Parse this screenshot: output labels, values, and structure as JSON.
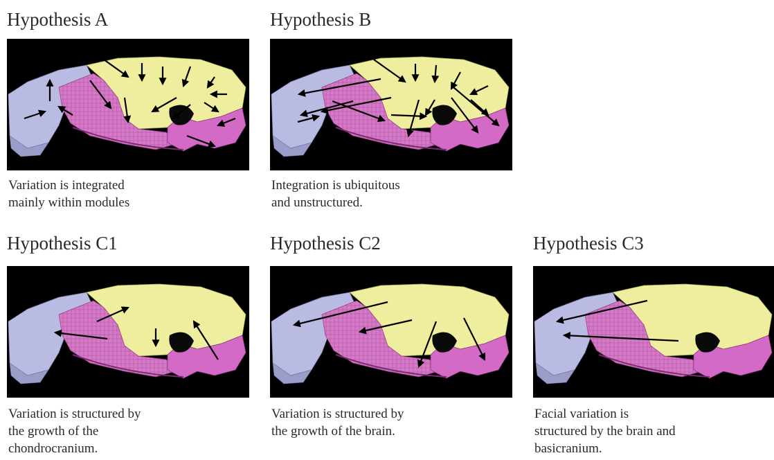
{
  "colors": {
    "background": "#000000",
    "face": "#b9bbe2",
    "chondrocranium": "#d778c8",
    "neurocranium": "#eeee9e",
    "basicranium": "#d26ac6",
    "arrow": "#000000"
  },
  "panels": [
    {
      "id": "A",
      "title": "Hypothesis A",
      "caption": [
        "Variation is integrated",
        "mainly within modules"
      ]
    },
    {
      "id": "B",
      "title": "Hypothesis B",
      "caption": [
        "Integration is ubiquitous",
        "and unstructured."
      ]
    },
    {
      "id": "C1",
      "title": "Hypothesis C1",
      "caption": [
        "Variation is structured by",
        "the growth of the",
        "chondrocranium."
      ]
    },
    {
      "id": "C2",
      "title": "Hypothesis C2",
      "caption": [
        "Variation is structured by",
        "the growth of the brain."
      ]
    },
    {
      "id": "C3",
      "title": "Hypothesis C3",
      "caption": [
        "Facial variation is",
        "structured by the brain and",
        "basicranium."
      ]
    }
  ]
}
